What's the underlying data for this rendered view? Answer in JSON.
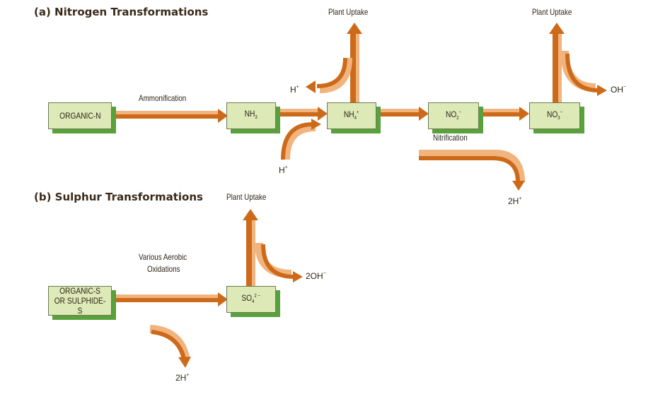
{
  "nitrogen": {
    "title": "(a) Nitrogen Transformations",
    "boxes": {
      "organic_n": "ORGANIC-N",
      "nh3": {
        "base": "NH",
        "sub": "3"
      },
      "nh4": {
        "base": "NH",
        "sub": "4",
        "sup": "+"
      },
      "no2": {
        "base": "NO",
        "sub": "2",
        "sup": "−"
      },
      "no3": {
        "base": "NO",
        "sub": "3",
        "sup": "−"
      }
    },
    "labels": {
      "ammonification": "Ammonification",
      "nitrification": "Nitrification",
      "plant_uptake_1": "Plant Uptake",
      "plant_uptake_2": "Plant Uptake"
    },
    "ions": {
      "h_out": {
        "base": "H",
        "sup": "+"
      },
      "h_in": {
        "base": "H",
        "sup": "+"
      },
      "oh": {
        "base": "OH",
        "sup": "−"
      },
      "two_h": {
        "base": "2H",
        "sup": "+"
      }
    }
  },
  "sulphur": {
    "title": "(b) Sulphur Transformations",
    "boxes": {
      "organic_s_line1": "ORGANIC-S",
      "organic_s_line2": "OR SULPHIDE-S",
      "so4": {
        "base": "SO",
        "sub": "4",
        "sup": "2 −"
      }
    },
    "labels": {
      "various_line1": "Various Aerobic",
      "various_line2": "Oxidations",
      "plant_uptake": "Plant Uptake"
    },
    "ions": {
      "two_oh": {
        "base": "2OH",
        "sup": "−"
      },
      "two_h": {
        "base": "2H",
        "sup": "+"
      }
    }
  },
  "colors": {
    "arrow": "#cc6a1a",
    "arrow_highlight": "#f2b47e",
    "box_fill": "#dde9b7",
    "box_shadow": "#58a13c"
  }
}
